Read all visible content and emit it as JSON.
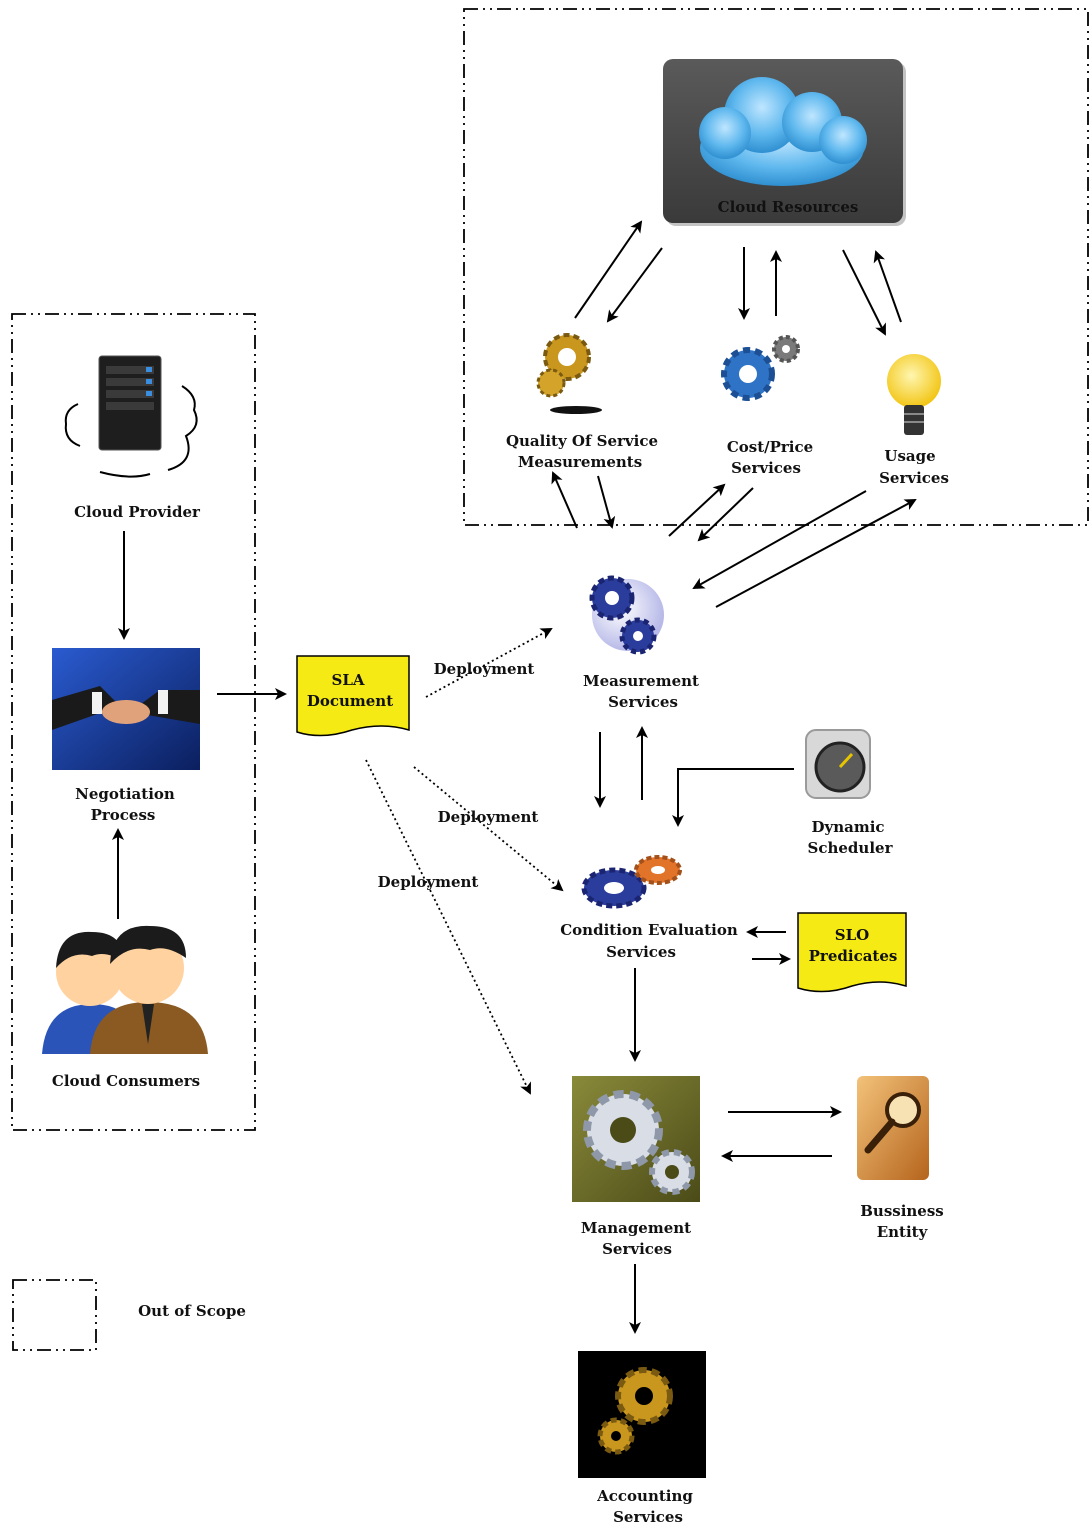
{
  "nodes": {
    "cloud_resources": {
      "label": "Cloud Resources"
    },
    "qos": {
      "line1": "Quality Of Service",
      "line2": "Measurements"
    },
    "cost_price": {
      "line1": "Cost/Price",
      "line2": "Services"
    },
    "usage": {
      "line1": "Usage",
      "line2": "Services"
    },
    "cloud_provider": {
      "label": "Cloud  Provider"
    },
    "negotiation": {
      "line1": "Negotiation",
      "line2": "Process"
    },
    "cloud_consumers": {
      "label": "Cloud Consumers"
    },
    "sla_document": {
      "line1": "SLA",
      "line2": "Document"
    },
    "measurement": {
      "line1": "Measurement",
      "line2": "Services"
    },
    "dynamic_scheduler": {
      "line1": "Dynamic",
      "line2": "Scheduler"
    },
    "condition_evaluation": {
      "line1": "Condition Evaluation",
      "line2": "Services"
    },
    "slo_predicates": {
      "line1": "SLO",
      "line2": "Predicates"
    },
    "management": {
      "line1": "Management",
      "line2": "Services"
    },
    "business_entity": {
      "line1": "Bussiness",
      "line2": "Entity"
    },
    "accounting": {
      "line1": "Accounting",
      "line2": "Services"
    }
  },
  "edge_labels": {
    "deployment_1": "Deployment",
    "deployment_2": "Deployment",
    "deployment_3": "Deployment"
  },
  "legend": {
    "out_of_scope": "Out  of Scope"
  },
  "colors": {
    "document_fill": "#f5ea14",
    "cloud_box": "#4a4a4a",
    "cloud_fill": "#5fb8ee",
    "gear_blue": "#2a3c9c",
    "gear_gold": "#c9961e",
    "gear_orange": "#e2742a"
  }
}
